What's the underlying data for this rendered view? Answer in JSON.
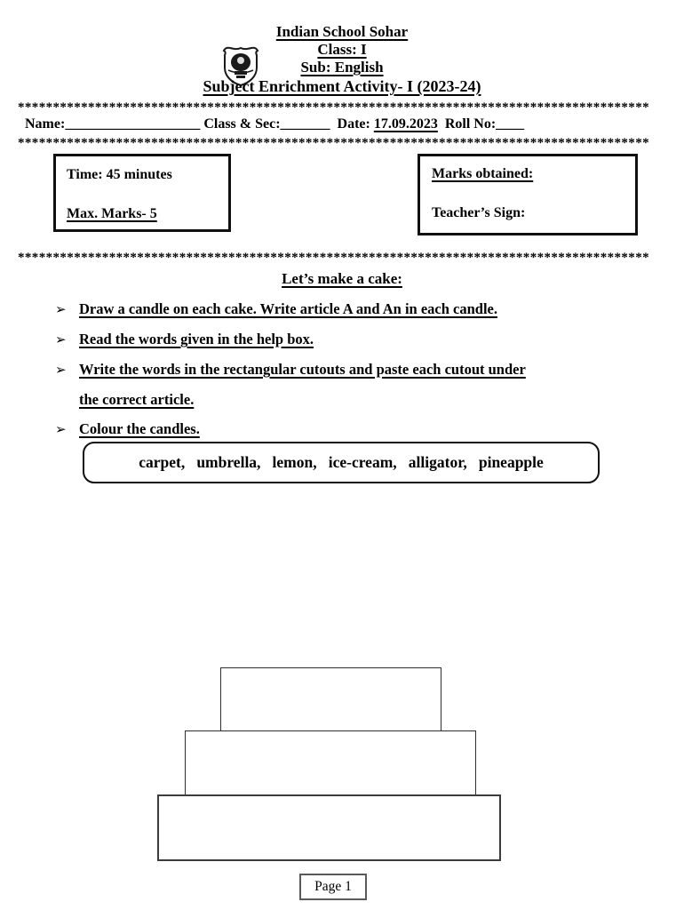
{
  "header": {
    "school_name": "Indian  School Sohar",
    "class_line": "Class:  I",
    "subject_line": "Sub:  English",
    "activity_line": "Subject Enrichment Activity- I (2023-24)"
  },
  "icons": {
    "logo": "school-emblem-shield"
  },
  "separator": "******************************************************************************************",
  "info_row": {
    "name_label": "Name:",
    "name_blank": "___________________",
    "class_label": "Class & Sec:",
    "class_blank": "_______",
    "date_label": "Date: ",
    "date_value": "17.09.2023",
    "roll_label": "Roll No:",
    "roll_blank": "____"
  },
  "time_box": {
    "line1": "Time: 45 minutes",
    "line2": "Max. Marks- 5"
  },
  "marks_box": {
    "line1": "Marks obtained:",
    "line2": "Teacher’s Sign:"
  },
  "activity": {
    "title": "Let’s make a cake:",
    "bullet_char": "➢",
    "instructions": [
      {
        "line1": "Draw a candle on each cake. Write article A and An in each candle.",
        "line2": ""
      },
      {
        "line1": "Read the words given in the help box.",
        "line2": ""
      },
      {
        "line1": "Write the words in the rectangular cutouts and paste each cutout under",
        "line2": "the correct article."
      },
      {
        "line1": "Colour the candles.",
        "line2": ""
      }
    ],
    "help_box_words": "carpet,   umbrella,   lemon,   ice-cream,   alligator,   pineapple"
  },
  "colors": {
    "text": "#000000",
    "border": "#101010",
    "page_background": "#ffffff"
  },
  "footer": {
    "page_label": "Page 1"
  }
}
